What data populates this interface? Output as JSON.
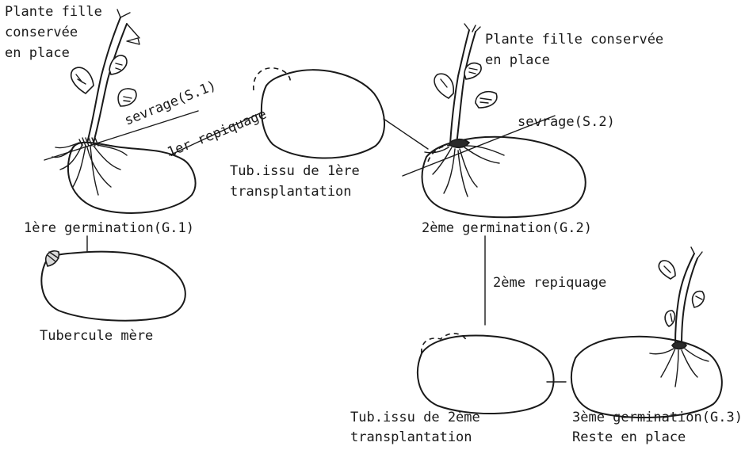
{
  "labels": {
    "plante_fille_1": [
      "Plante fille",
      "conservée",
      "en place"
    ],
    "sevrage_1": "sevrage(S.1)",
    "repiquage_1": "1er repiquage",
    "germination_1": "1ère germination(G.1)",
    "tubercule_mere": "Tubercule mère",
    "tub_issu_1": [
      "Tub.issu de 1ère",
      "transplantation"
    ],
    "plante_fille_2": [
      "Plante fille conservée",
      "en place"
    ],
    "sevrage_2": "sevrage(S.2)",
    "germination_2": "2ème germination(G.2)",
    "repiquage_2": "2ème repiquage",
    "tub_issu_2": [
      "Tub.issu de 2ème",
      "transplantation"
    ],
    "germination_3": [
      "3ème germination(G.3)",
      "Reste en place"
    ]
  }
}
